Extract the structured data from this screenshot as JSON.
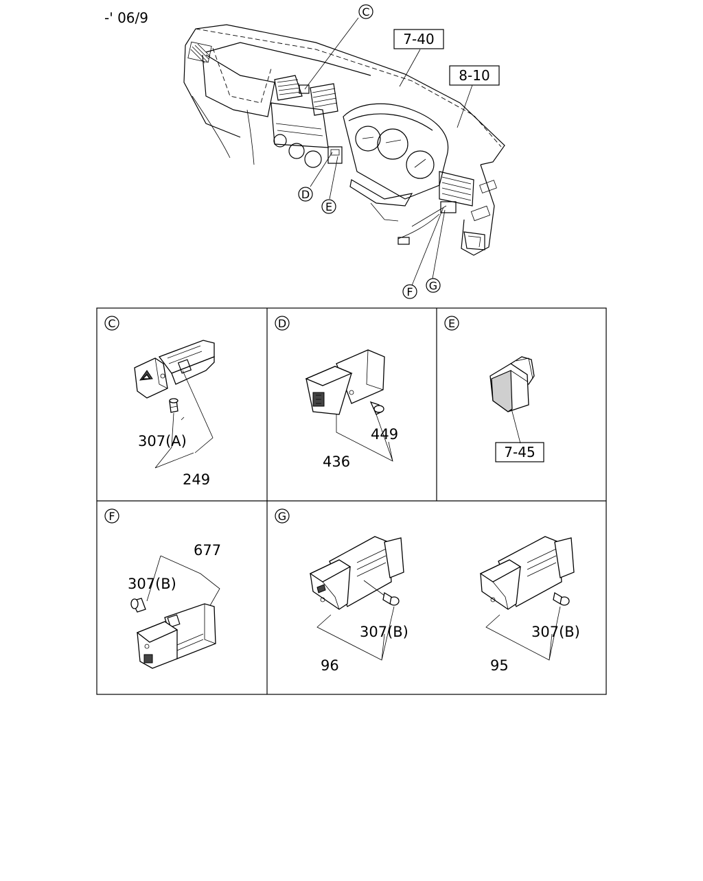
{
  "header": {
    "date_code": "-' 06/9"
  },
  "overview": {
    "callouts": [
      "C",
      "D",
      "E",
      "F",
      "G"
    ],
    "refs": [
      "7-40",
      "8-10"
    ]
  },
  "panels": {
    "C": {
      "letter": "C",
      "labels": [
        "307(A)",
        "249"
      ]
    },
    "D": {
      "letter": "D",
      "labels": [
        "449",
        "436"
      ]
    },
    "E": {
      "letter": "E",
      "ref": "7-45"
    },
    "F": {
      "letter": "F",
      "labels": [
        "677",
        "307(B)"
      ]
    },
    "G": {
      "letter": "G",
      "labels": [
        "307(B)",
        "96",
        "307(B)",
        "95"
      ]
    }
  }
}
